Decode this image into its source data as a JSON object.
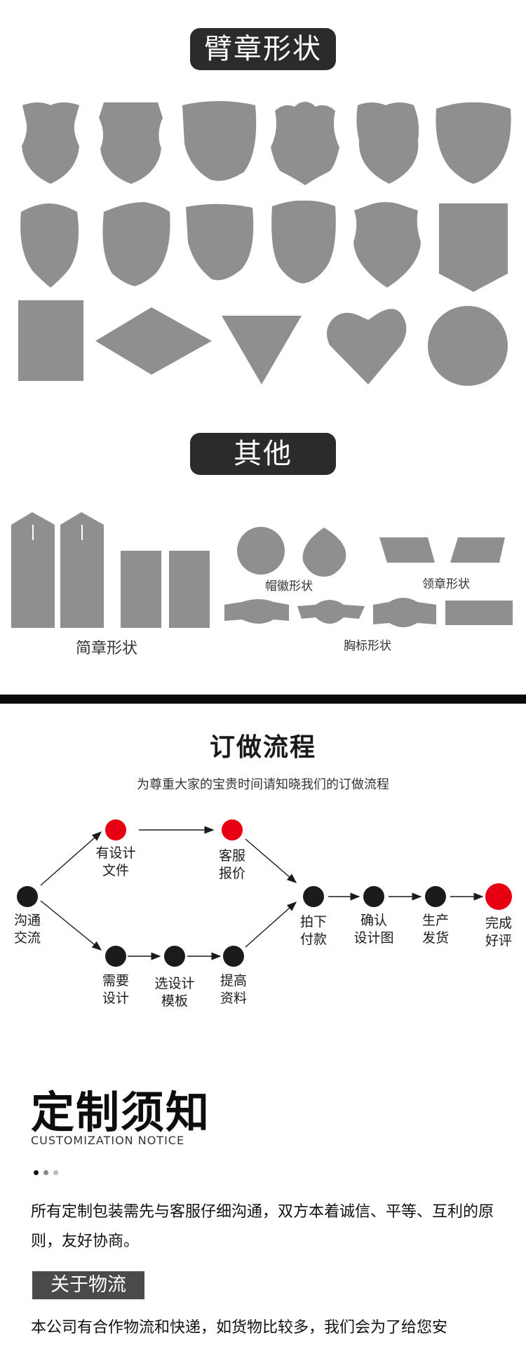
{
  "armband": {
    "title": "臂章形状"
  },
  "other": {
    "title": "其他",
    "labels": {
      "strip": "简章形状",
      "cap": "帽徽形状",
      "collar": "领章形状",
      "chest": "胸标形状"
    }
  },
  "colors": {
    "shape": "#8f8f8f",
    "pill": "#2b2b2e",
    "accent": "#e60012",
    "node": "#1b1b1b"
  },
  "process": {
    "title": "订做流程",
    "subtitle": "为尊重大家的宝贵时间请知晓我们的订做流程",
    "nodes": {
      "communicate": "沟通\n交流",
      "has_design": "有设计\n文件",
      "quote": "客服\n报价",
      "need_design": "需要\n设计",
      "choose_template": "选设计\n模板",
      "provide_info": "提高\n资料",
      "pay": "拍下\n付款",
      "confirm": "确认\n设计图",
      "produce": "生产\n发货",
      "done": "完成\n好评"
    }
  },
  "notice": {
    "title": "定制须知",
    "subtitle": "CUSTOMIZATION NOTICE",
    "paragraph1": "所有定制包装需先与客服仔细沟通，双方本着诚信、平等、互利的原则，友好协商。",
    "logistics_tag": "关于物流",
    "paragraph2": "本公司有合作物流和快递，如货物比较多，我们会为了给您安"
  }
}
